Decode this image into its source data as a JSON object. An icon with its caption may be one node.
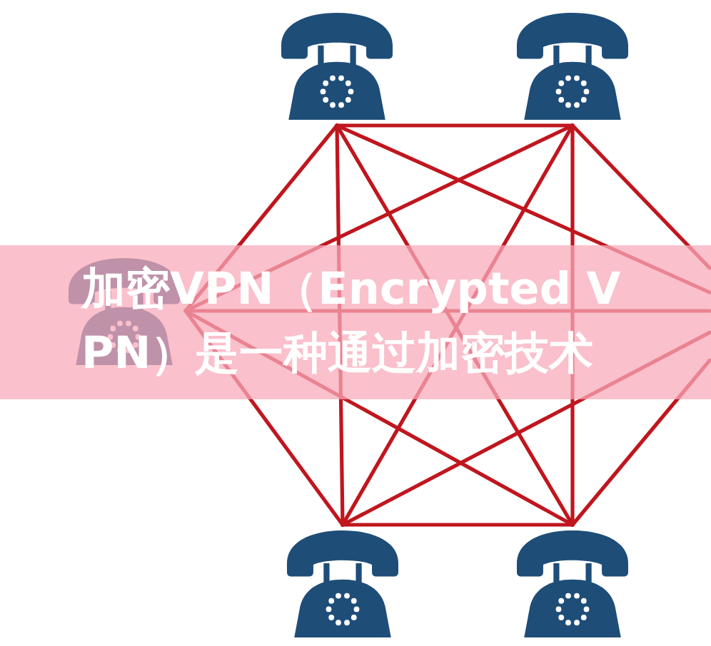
{
  "diagram": {
    "title": "加密VPN（Encrypted VPN）是一种通过加密技术",
    "nodes": [
      {
        "text": [],
        "shape": "picture"
      },
      {
        "text": [],
        "shape": "picture"
      },
      {
        "text": [],
        "shape": "picture"
      },
      {
        "text": [],
        "shape": "picture"
      },
      {
        "text": [],
        "shape": "picture"
      }
    ],
    "edges": [
      {
        "from": 0,
        "to": 1,
        "arrow": "none"
      },
      {
        "from": 0,
        "to": 2,
        "arrow": "none"
      },
      {
        "from": 0,
        "to": 3,
        "arrow": "none"
      },
      {
        "from": 0,
        "to": 4,
        "arrow": "none"
      },
      {
        "from": 0,
        "to": null,
        "arrow": "none"
      },
      {
        "from": 1,
        "to": 2,
        "arrow": "none"
      },
      {
        "from": 1,
        "to": 3,
        "arrow": "none"
      },
      {
        "from": 1,
        "to": 4,
        "arrow": "none"
      },
      {
        "from": 1,
        "to": null,
        "arrow": "none"
      },
      {
        "from": 2,
        "to": 3,
        "arrow": "none"
      },
      {
        "from": 2,
        "to": 4,
        "arrow": "none"
      },
      {
        "from": 2,
        "to": null,
        "arrow": "none"
      },
      {
        "from": 3,
        "to": 4,
        "arrow": "none"
      },
      {
        "from": 3,
        "to": null,
        "arrow": "none"
      },
      {
        "from": 4,
        "to": null,
        "arrow": "none"
      }
    ]
  }
}
